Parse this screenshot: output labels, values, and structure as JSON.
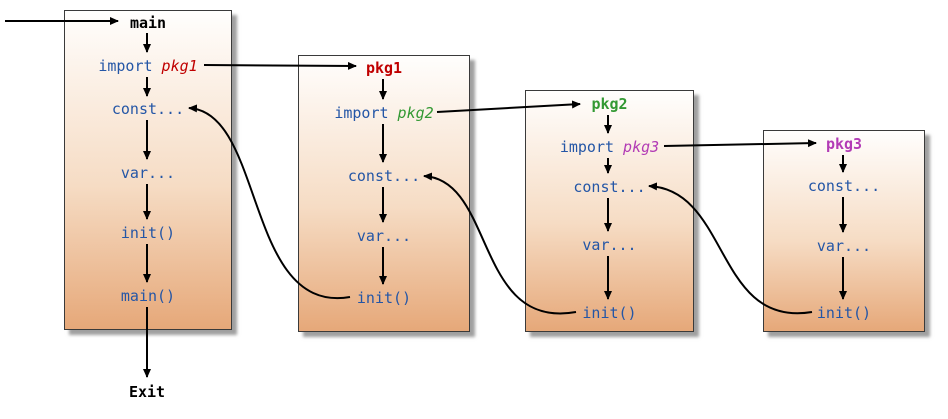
{
  "colors": {
    "code_blue": "#2456A6",
    "pkg1_red": "#C00000",
    "pkg2_green": "#339933",
    "pkg3_magenta": "#B23BB5",
    "box_gradient_top": "#FFFEFD",
    "box_gradient_bottom": "#E6A879",
    "arrow_black": "#000000"
  },
  "boxes": [
    {
      "title": "main",
      "import": {
        "keyword": "import ",
        "package": "pkg1"
      },
      "steps": [
        "const...",
        "var...",
        "init()",
        "main()"
      ]
    },
    {
      "title": "pkg1",
      "import": {
        "keyword": "import ",
        "package": "pkg2"
      },
      "steps": [
        "const...",
        "var...",
        "init()"
      ]
    },
    {
      "title": "pkg2",
      "import": {
        "keyword": "import ",
        "package": "pkg3"
      },
      "steps": [
        "const...",
        "var...",
        "init()"
      ]
    },
    {
      "title": "pkg3",
      "steps": [
        "const...",
        "var...",
        "init()"
      ]
    }
  ],
  "labels": {
    "exit": "Exit"
  }
}
